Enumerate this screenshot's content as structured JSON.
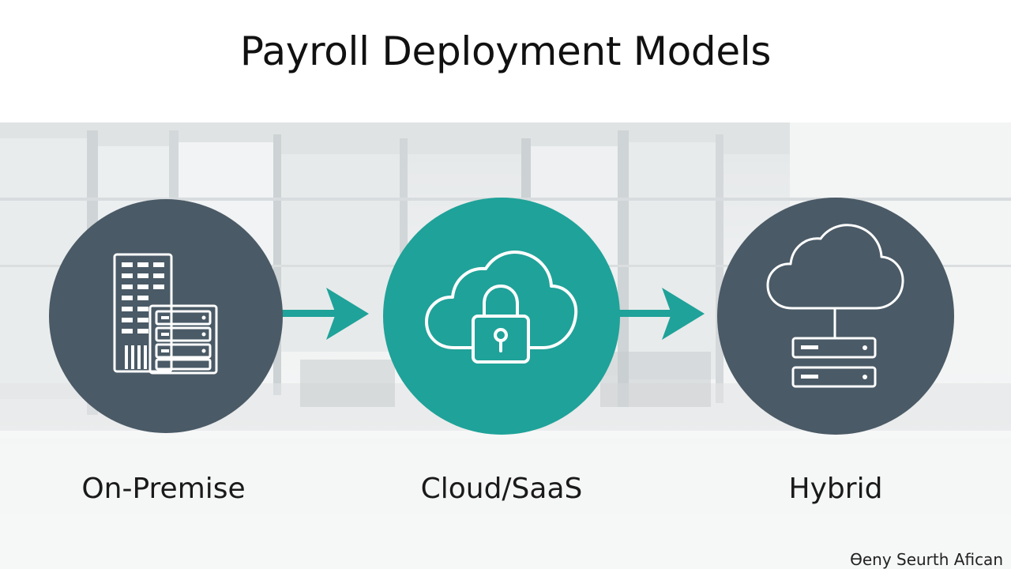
{
  "title": "Payroll Deployment Models",
  "colors": {
    "slate": "#4a5a66",
    "teal": "#1fa299",
    "white": "#ffffff"
  },
  "models": [
    {
      "label": "On-Premise",
      "icon": "server-building-icon"
    },
    {
      "label": "Cloud/SaaS",
      "icon": "cloud-lock-icon"
    },
    {
      "label": "Hybrid",
      "icon": "cloud-server-icon"
    }
  ],
  "watermark": "Ɵeny Seurth Afican"
}
